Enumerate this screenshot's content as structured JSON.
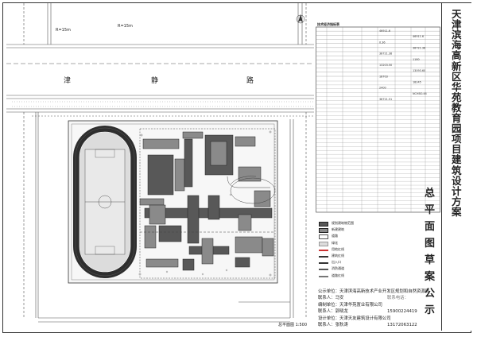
{
  "title_vertical": [
    "天",
    "津",
    "滨",
    "海",
    "高",
    "新",
    "区",
    "华",
    "苑",
    "教",
    "育",
    "园",
    "项",
    "目",
    "建",
    "筑",
    "设",
    "计",
    "方",
    "案"
  ],
  "subtitle_vertical": [
    "总",
    "平",
    "面",
    "图",
    "草",
    "案",
    "公",
    "示"
  ],
  "road": {
    "name_chars": [
      "津",
      "静",
      "路"
    ],
    "red_line_left": "R=15m",
    "red_line_right": "R=15m",
    "bottom_label": "总平面图 1:500"
  },
  "indicator_table": {
    "title": "技术经济指标表",
    "rows_top_count": 12,
    "rows_bottom_count": 34,
    "sample_values": [
      "46911.6",
      "46911.6",
      "0.36",
      "38721.38",
      "38721.38",
      "1180",
      "13203.50",
      "13093.60",
      "18703",
      "18245",
      "2400",
      "NCHBO.46",
      "38721.51"
    ]
  },
  "legend": {
    "items": [
      "规划建筑物范围",
      "新建建筑",
      "道路",
      "绿化",
      "用地红线",
      "建筑红线",
      "出入口",
      "消防通道",
      "道路红线"
    ]
  },
  "notice": {
    "publisher_label": "公示单位：天津滨海高新技术产业开发区规划和自然资源局",
    "contact1_label": "联系人：马安",
    "hotline_label": "联系电话：",
    "builder_label": "编制单位：天津华苑置业有限公司",
    "contact2_label": "联系人：郭晓龙",
    "phone2": "15900224419",
    "designer_label": "设计单位：天津天友建筑设计有限公司",
    "contact3_label": "联系人：张秋涛",
    "phone3": "13172063122"
  },
  "colors": {
    "building_dark": "#585858",
    "building_mid": "#8a8a8a",
    "track": "#2e2e2e",
    "grass": "#dcdcdc",
    "road_line": "#555555"
  }
}
